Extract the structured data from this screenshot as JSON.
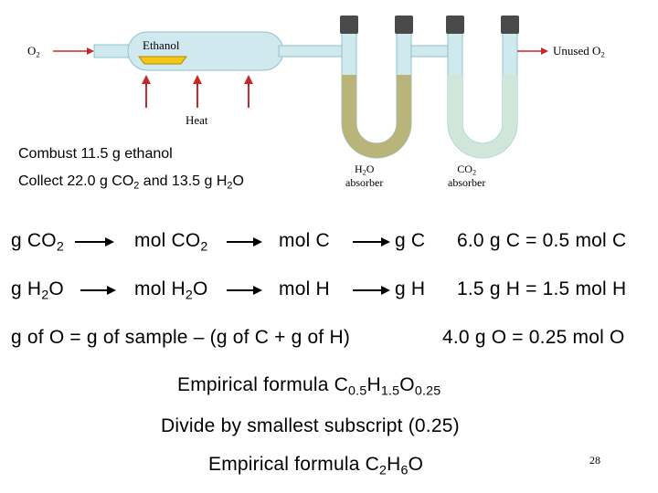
{
  "apparatus": {
    "o2_in": "O",
    "o2_in_sub": "2",
    "ethanol": "Ethanol",
    "heat": "Heat",
    "unused": "Unused O",
    "unused_sub": "2",
    "h2o_abs_1": "H",
    "h2o_abs_sub": "2",
    "h2o_abs_2": "O",
    "absorber_word": "absorber",
    "co2_abs_1": "CO",
    "co2_abs_sub": "2",
    "absorber_word_2": "absorber"
  },
  "intro": {
    "line1": "Combust 11.5 g ethanol",
    "line2_a": "Collect 22.0 g CO",
    "line2_sub1": "2",
    "line2_b": " and 13.5 g H",
    "line2_sub2": "2",
    "line2_c": "O"
  },
  "carbon_row": {
    "s1_a": "g CO",
    "s1_sub": "2",
    "s2_a": "mol CO",
    "s2_sub": "2",
    "s3": "mol C",
    "s4": "g C",
    "result": "6.0 g C = 0.5 mol C"
  },
  "hydrogen_row": {
    "s1_a": "g H",
    "s1_sub": "2",
    "s1_b": "O",
    "s2_a": "mol H",
    "s2_sub": "2",
    "s2_b": "O",
    "s3": "mol H",
    "s4": "g H",
    "result": "1.5 g H = 1.5 mol H"
  },
  "oxygen_row": {
    "equation": "g of O = g of sample – (g of C + g of H)",
    "result": "4.0 g O = 0.25 mol O"
  },
  "empirical1": {
    "label": "Empirical formula  C",
    "c_sub": "0.5",
    "h": "H",
    "h_sub": "1.5",
    "o": "O",
    "o_sub": "0.25"
  },
  "divide": "Divide by smallest subscript (0.25)",
  "empirical2": {
    "label": "Empirical formula C",
    "c_sub": "2",
    "h": "H",
    "h_sub": "6",
    "o": "O"
  },
  "page_number": "28",
  "colors": {
    "tube": "#b8e0e6",
    "h2o_absorbent": "#b9b57a",
    "co2_absorbent": "#cfe6d8",
    "stopper": "#4a4a4a",
    "heat_arrow": "#c62828",
    "ethanol_dish": "#f5c518"
  }
}
